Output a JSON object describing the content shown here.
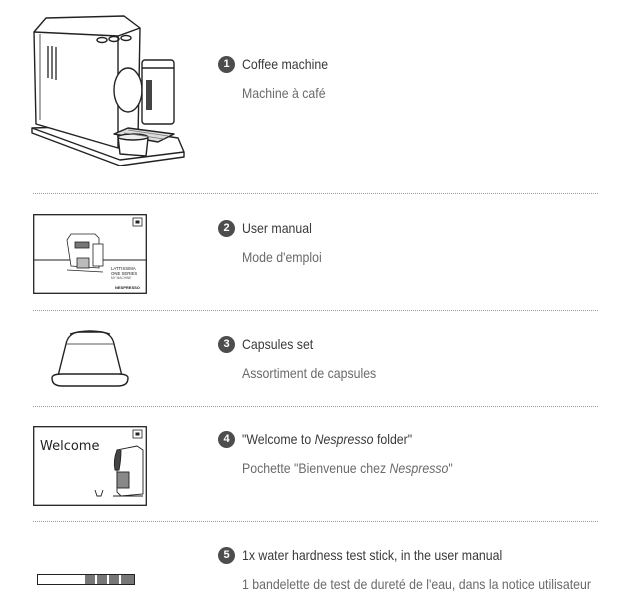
{
  "items": [
    {
      "number": "1",
      "en": "Coffee machine",
      "fr": "Machine à café"
    },
    {
      "number": "2",
      "en": "User manual",
      "fr": "Mode d'emploi",
      "manual_cover": {
        "line1": "LATTISSIMA",
        "line2": "ONE SERIES",
        "line3": "MY MACHINE",
        "brand": "NESPRESSO"
      }
    },
    {
      "number": "3",
      "en": "Capsules set",
      "fr": "Assortiment de capsules"
    },
    {
      "number": "4",
      "en_prefix": "\"Welcome to ",
      "en_em": "Nespresso",
      "en_suffix": " folder\"",
      "fr_prefix": "Pochette \"Bienvenue chez ",
      "fr_em": "Nespresso",
      "fr_suffix": "\"",
      "folder_text": "Welcome"
    },
    {
      "number": "5",
      "en": "1x water hardness test stick, in the user manual",
      "fr": "1 bandelette de test de dureté de l'eau, dans la notice utilisateur"
    }
  ],
  "colors": {
    "badge": "#4d4d4d",
    "text_en": "#3a3a3a",
    "text_fr": "#6a6a6a",
    "divider": "#9a9a9a"
  }
}
